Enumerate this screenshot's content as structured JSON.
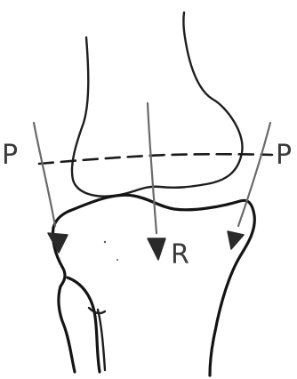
{
  "labels": {
    "left": "P",
    "right": "P",
    "center": "R"
  }
}
